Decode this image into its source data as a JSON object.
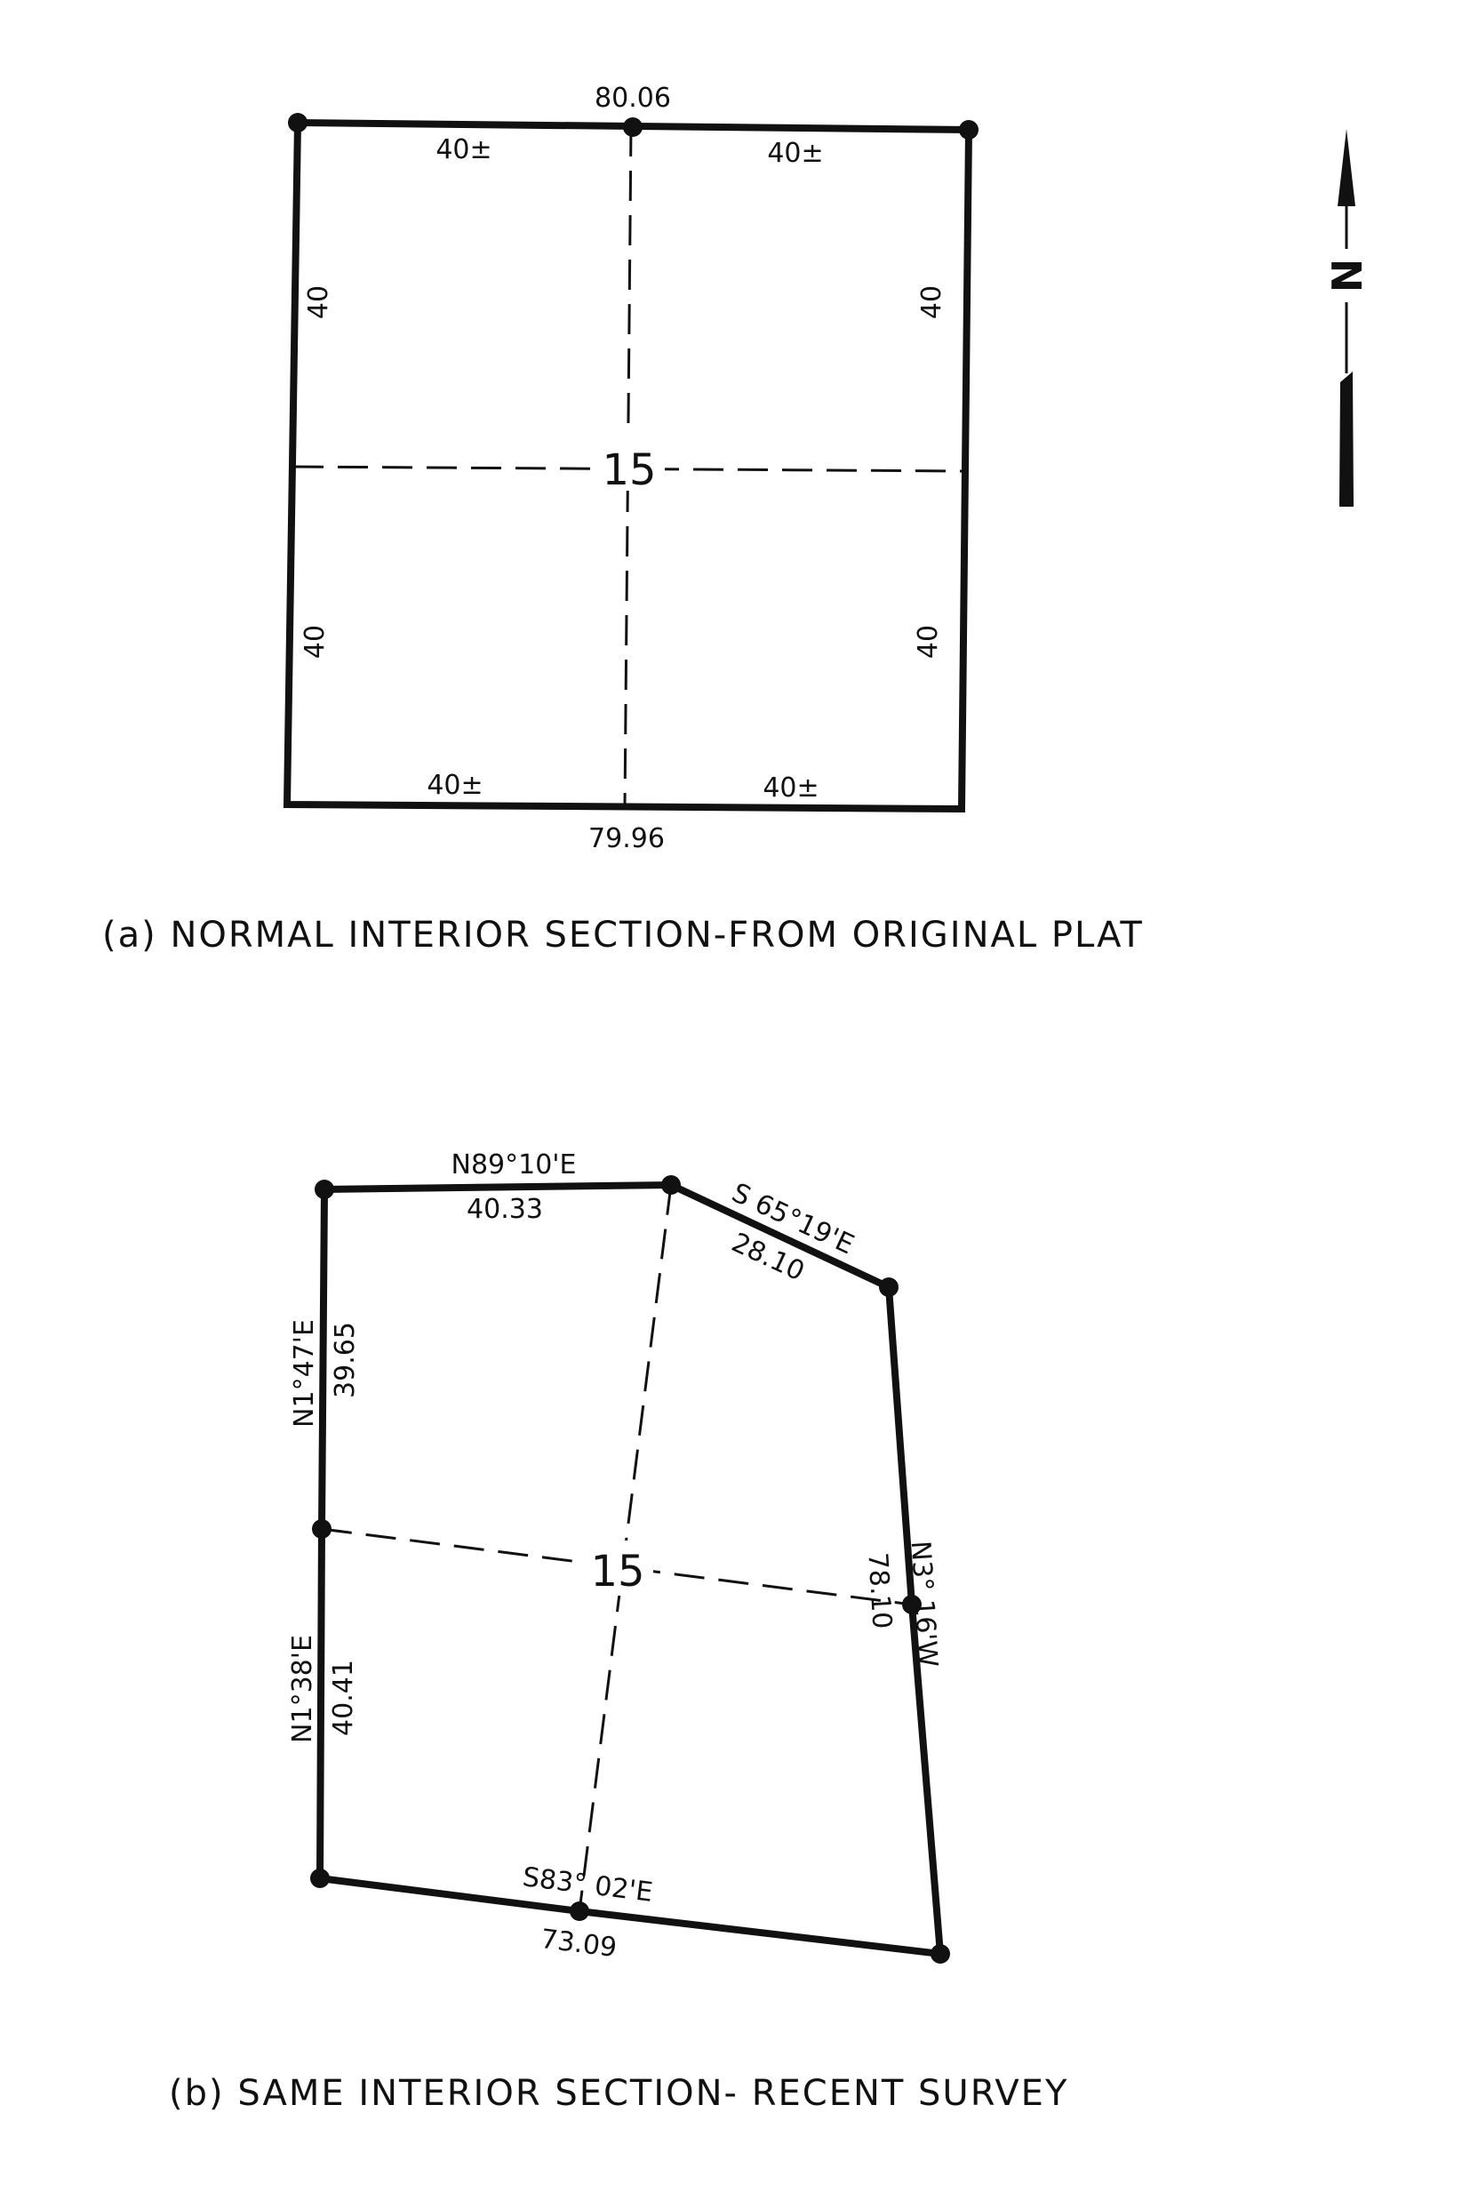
{
  "plat_a": {
    "caption": "(a) NORMAL INTERIOR SECTION-FROM ORIGINAL PLAT",
    "section_number": "15",
    "north_total": "80.06",
    "south_total": "79.96",
    "north_left": "40±",
    "north_right": "40±",
    "south_left": "40±",
    "south_right": "40±",
    "west_upper": "40",
    "west_lower": "40",
    "east_upper": "40",
    "east_lower": "40"
  },
  "plat_b": {
    "caption": "(b) SAME INTERIOR SECTION- RECENT SURVEY",
    "section_number": "15",
    "north_bearing": "N89°10'E",
    "north_distance": "40.33",
    "northeast_bearing": "S 65°19'E",
    "northeast_distance": "28.10",
    "east_bearing": "N3° 16'W",
    "east_distance": "78.10",
    "south_bearing": "S83° 02'E",
    "south_distance": "73.09",
    "west_upper_bearing": "N1°47'E",
    "west_upper_distance": "39.65",
    "west_lower_bearing": "N1°38'E",
    "west_lower_distance": "40.41"
  },
  "north_arrow": {
    "label": "N"
  },
  "colors": {
    "ink": "#111111",
    "paper": "#ffffff"
  }
}
